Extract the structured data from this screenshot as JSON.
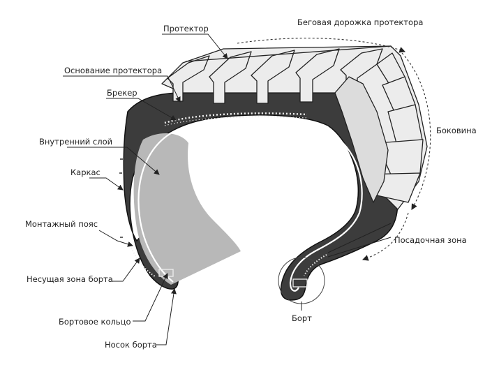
{
  "labels": {
    "protector": "Протектор",
    "tread_path": "Беговая дорожка протектора",
    "tread_base": "Основание протектора",
    "breaker": "Брекер",
    "inner_layer": "Внутренний слой",
    "carcass": "Каркас",
    "sidewall": "Боковина",
    "mounting_belt": "Монтажный пояс",
    "seating_zone": "Посадочная зона",
    "bead_load_zone": "Несущая зона борта",
    "bead_ring": "Бортовое кольцо",
    "bead": "Борт",
    "bead_toe": "Носок борта"
  },
  "colors": {
    "rubber_dark": "#3c3c3c",
    "tread_light": "#ececec",
    "inner_fill": "#b8b8b8",
    "line": "#222222",
    "background": "#ffffff"
  }
}
